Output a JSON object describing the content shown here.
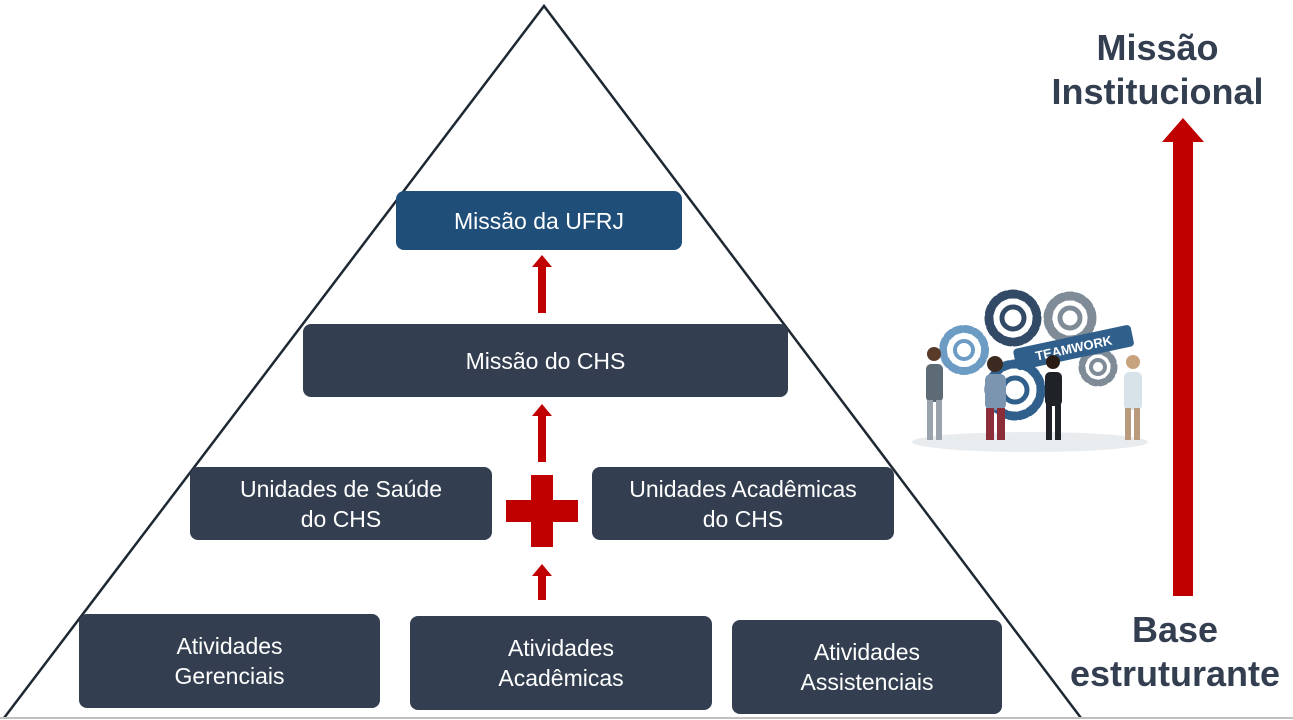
{
  "pyramid": {
    "top": {
      "label": "Missão da UFRJ"
    },
    "level2": {
      "label": "Missão do CHS"
    },
    "level3": {
      "left": {
        "label": "Unidades de Saúde\ndo CHS"
      },
      "right": {
        "label": "Unidades Acadêmicas\ndo CHS"
      }
    },
    "base": [
      {
        "label": "Atividades\nGerenciais"
      },
      {
        "label": "Atividades\nAcadêmicas"
      },
      {
        "label": "Atividades\nAssistenciais"
      }
    ]
  },
  "side": {
    "top_label": "Missão\nInstitucional",
    "bottom_label": "Base\nestruturante"
  },
  "illustration": {
    "banner_text": "TEAMWORK"
  },
  "colors": {
    "dark_box": "#333f50",
    "top_box": "#1f4e79",
    "accent_red": "#c00000",
    "title_text": "#333f50"
  }
}
